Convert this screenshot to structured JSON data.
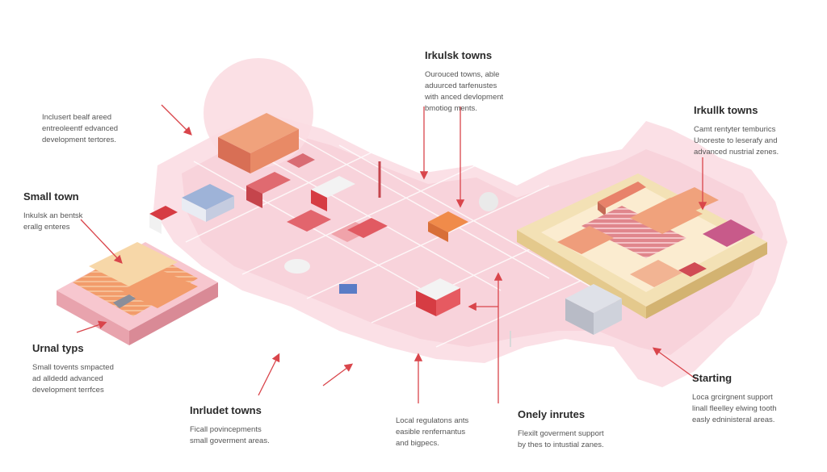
{
  "annotations": {
    "top_left": {
      "lines": [
        "Inclusert bealf areed",
        "entreoleentf edvanced",
        "development tertores."
      ]
    },
    "small_town": {
      "title": "Small town",
      "lines": [
        "Inkulsk an bentsk",
        "erallg enteres"
      ]
    },
    "urnal_typs": {
      "title": "Urnal typs",
      "lines": [
        "Small tovents smpacted",
        "ad alldedd advanced",
        "development terrfces"
      ]
    },
    "inrludet_towns": {
      "title": "Inrludet towns",
      "lines": [
        "Ficall povincepments",
        "small goverment areas."
      ]
    },
    "local_regulations": {
      "lines": [
        "Local regulatons ants",
        "easible renfernantus",
        "and bigpecs."
      ]
    },
    "onely_inrutes": {
      "title": "Onely inrutes",
      "lines": [
        "Flexilt goverment support",
        "by thes to intustial zanes."
      ]
    },
    "irkulsk_top": {
      "title": "Irkulsk towns",
      "lines": [
        "Ourouced towns, able",
        "aduurced tarfenustes",
        "with anced devlopment",
        "bmotiog ments."
      ]
    },
    "irkullk_right": {
      "title": "Irkullk towns",
      "lines": [
        "Camt rentyter temburics",
        "Unoreste to leserafy and",
        "advanced nustrial zenes."
      ]
    },
    "starting": {
      "title": "Starting",
      "lines": [
        "Loca grcirgnent support",
        "linall fleelley elwing tooth",
        "easly edninisteral areas."
      ]
    }
  },
  "colors": {
    "accent_red": "#d9454b",
    "map_pink": "#f9d3db",
    "zone_sand": "#f3e1b5",
    "building_orange": "#f0a27c",
    "building_red": "#d63c43"
  }
}
